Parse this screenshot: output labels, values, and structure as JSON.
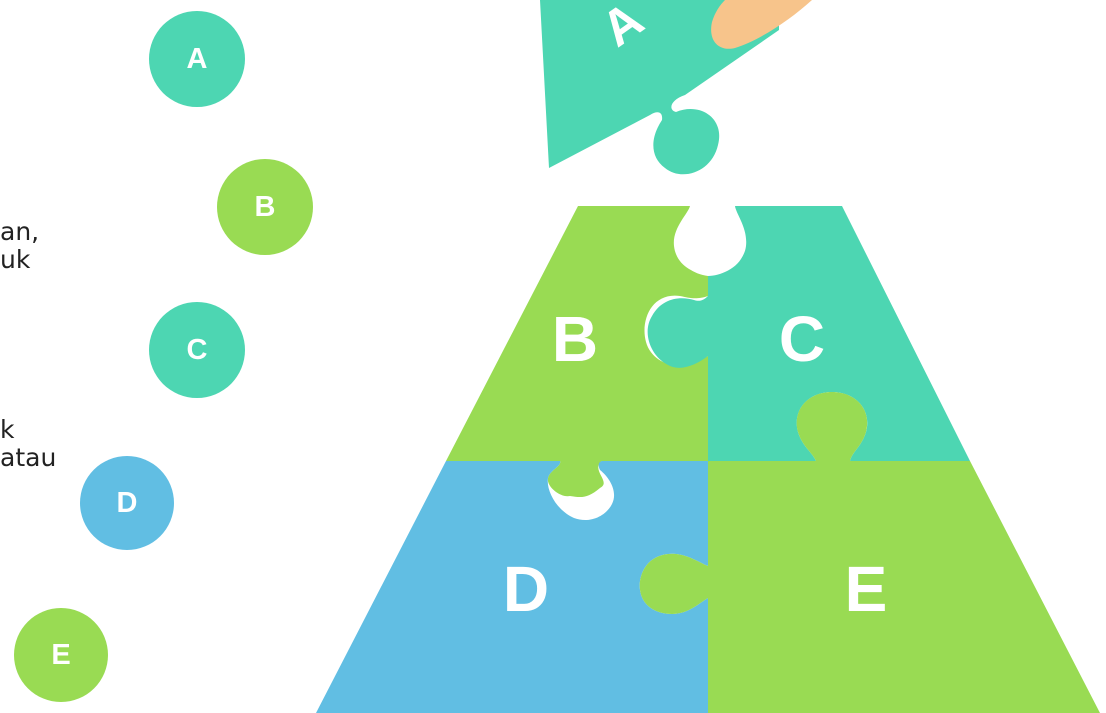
{
  "colors": {
    "teal": "#4DD6B2",
    "green": "#99DB53",
    "blue": "#61BEE3",
    "skin": "#F7C48B",
    "white": "#FFFFFF"
  },
  "text_fragments": {
    "block1": "an,\nuk",
    "block2": "k\natau"
  },
  "markers": [
    {
      "label": "A",
      "color": "#4DD6B2"
    },
    {
      "label": "B",
      "color": "#99DB53"
    },
    {
      "label": "C",
      "color": "#4DD6B2"
    },
    {
      "label": "D",
      "color": "#61BEE3"
    },
    {
      "label": "E",
      "color": "#99DB53"
    }
  ],
  "puzzle": {
    "icon": "hand-placing-puzzle-piece-icon",
    "pieces": [
      {
        "label": "A",
        "color": "#4DD6B2"
      },
      {
        "label": "B",
        "color": "#99DB53"
      },
      {
        "label": "C",
        "color": "#4DD6B2"
      },
      {
        "label": "D",
        "color": "#61BEE3"
      },
      {
        "label": "E",
        "color": "#99DB53"
      }
    ]
  }
}
